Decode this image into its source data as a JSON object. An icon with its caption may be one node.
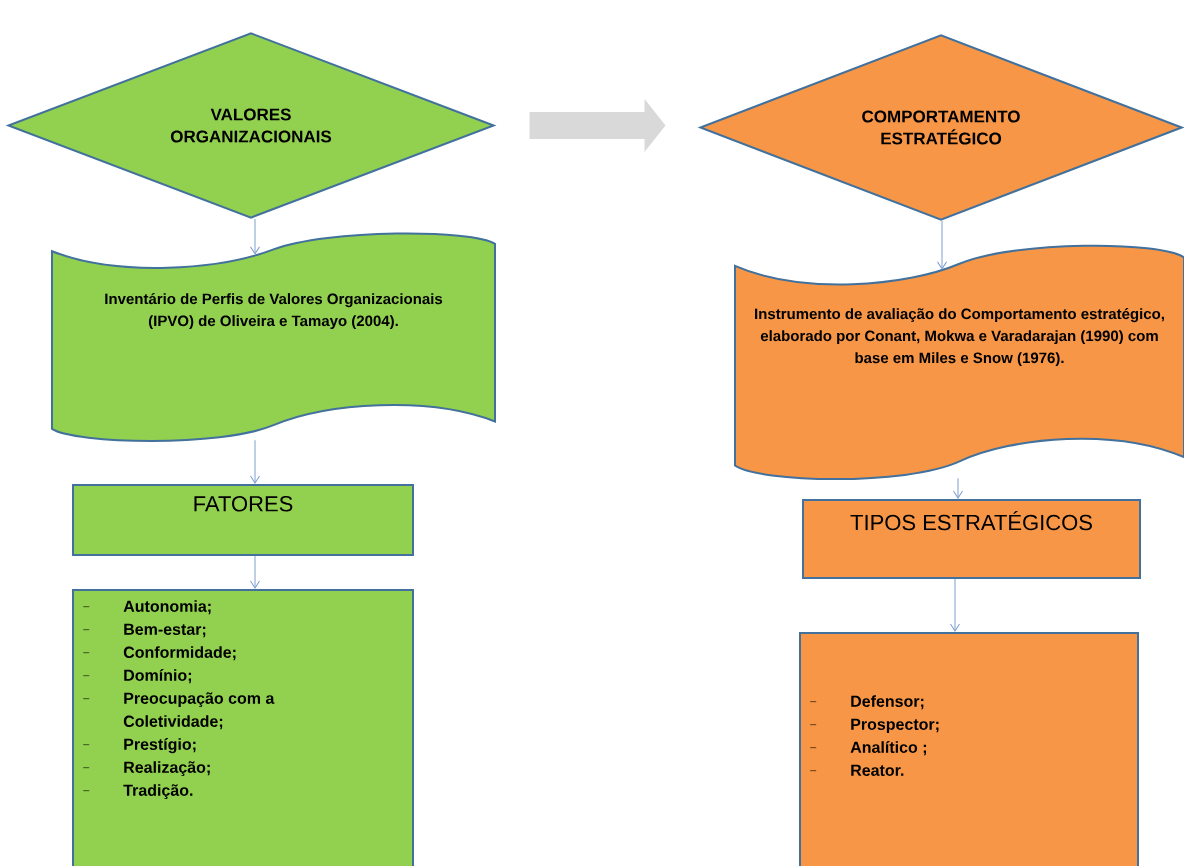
{
  "diagram": {
    "nodes": [
      {
        "text": [
          "VALORES ORGANIZACIONAIS"
        ]
      },
      {
        "text": [
          "Inventário de Perfis de Valores Organizacionais (IPVO) de Oliveira e Tamayo (2004)."
        ]
      },
      {
        "text": [
          "FATORES"
        ]
      },
      {
        "text": [
          "Autonomia;",
          "Bem-estar;",
          "Conformidade;",
          "Domínio;",
          "Preocupação com a Coletividade;",
          "Prestígio;",
          "Realização;",
          "Tradição."
        ]
      },
      {
        "text": [
          "COMPORTAMENTO ESTRATÉGICO"
        ]
      },
      {
        "text": [
          "Instrumento de avaliação do Comportamento estratégico, elaborado por Conant, Mokwa e Varadarajan (1990) com base em Miles e Snow (1976)."
        ]
      },
      {
        "text": [
          "TIPOS ESTRATÉGICOS"
        ]
      },
      {
        "text": [
          "Defensor;",
          "Prospector;",
          "Analítico ;",
          "Reator."
        ]
      }
    ],
    "edges": [
      {
        "from": 0,
        "to": 1,
        "arrow": "to"
      },
      {
        "from": 1,
        "to": 2,
        "arrow": "to"
      },
      {
        "from": 2,
        "to": 3,
        "arrow": "to"
      },
      {
        "from": 0,
        "to": 4,
        "arrow": "to",
        "style": "thick",
        "color": "#d9d9d9"
      },
      {
        "from": 4,
        "to": 5,
        "arrow": "to"
      },
      {
        "from": 5,
        "to": 6,
        "arrow": "to"
      },
      {
        "from": 6,
        "to": 7,
        "arrow": "to"
      }
    ]
  }
}
